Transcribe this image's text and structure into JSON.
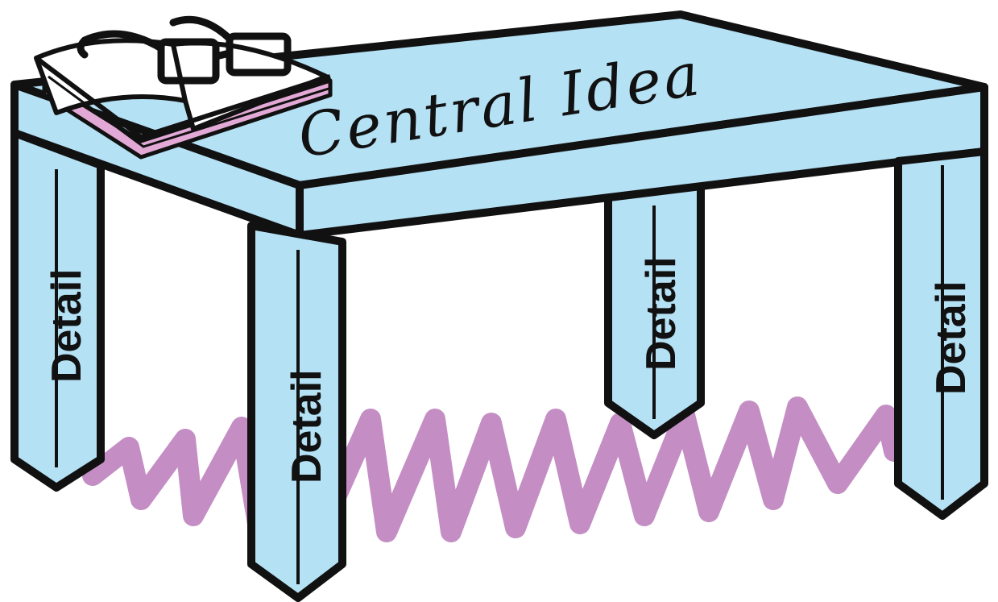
{
  "diagram": {
    "tabletop_label": "Central Idea",
    "leg_labels": [
      "Detail",
      "Detail",
      "Detail",
      "Detail"
    ]
  },
  "colors": {
    "table_fill": "#b5e1f5",
    "outline": "#111111",
    "shadow": "#c48ec4",
    "book_pages": "#ffffff",
    "book_page_edge": "#e3a9d6"
  }
}
